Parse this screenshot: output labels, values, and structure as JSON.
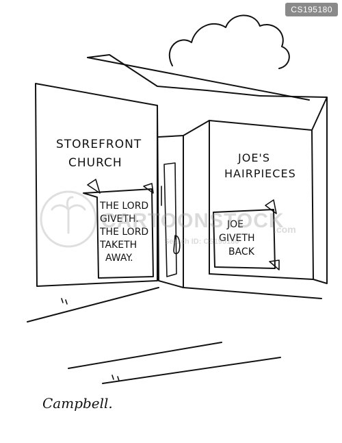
{
  "cartoon_id": "CS195180",
  "left_window": {
    "heading_line1": "STOREFRONT",
    "heading_line2": "CHURCH",
    "sign_lines": [
      "THE LORD",
      "GIVETH.",
      "THE LORD",
      "TAKETH",
      "AWAY."
    ]
  },
  "right_window": {
    "heading_line1": "JOE'S",
    "heading_line2": "HAIRPIECES",
    "sign_lines": [
      "JOE",
      "GIVETH",
      "BACK"
    ]
  },
  "signature": "Campbell.",
  "watermark": {
    "main": "CARTOONSTOCK",
    "sub": ".com",
    "small": "Search ID: CS195180"
  }
}
